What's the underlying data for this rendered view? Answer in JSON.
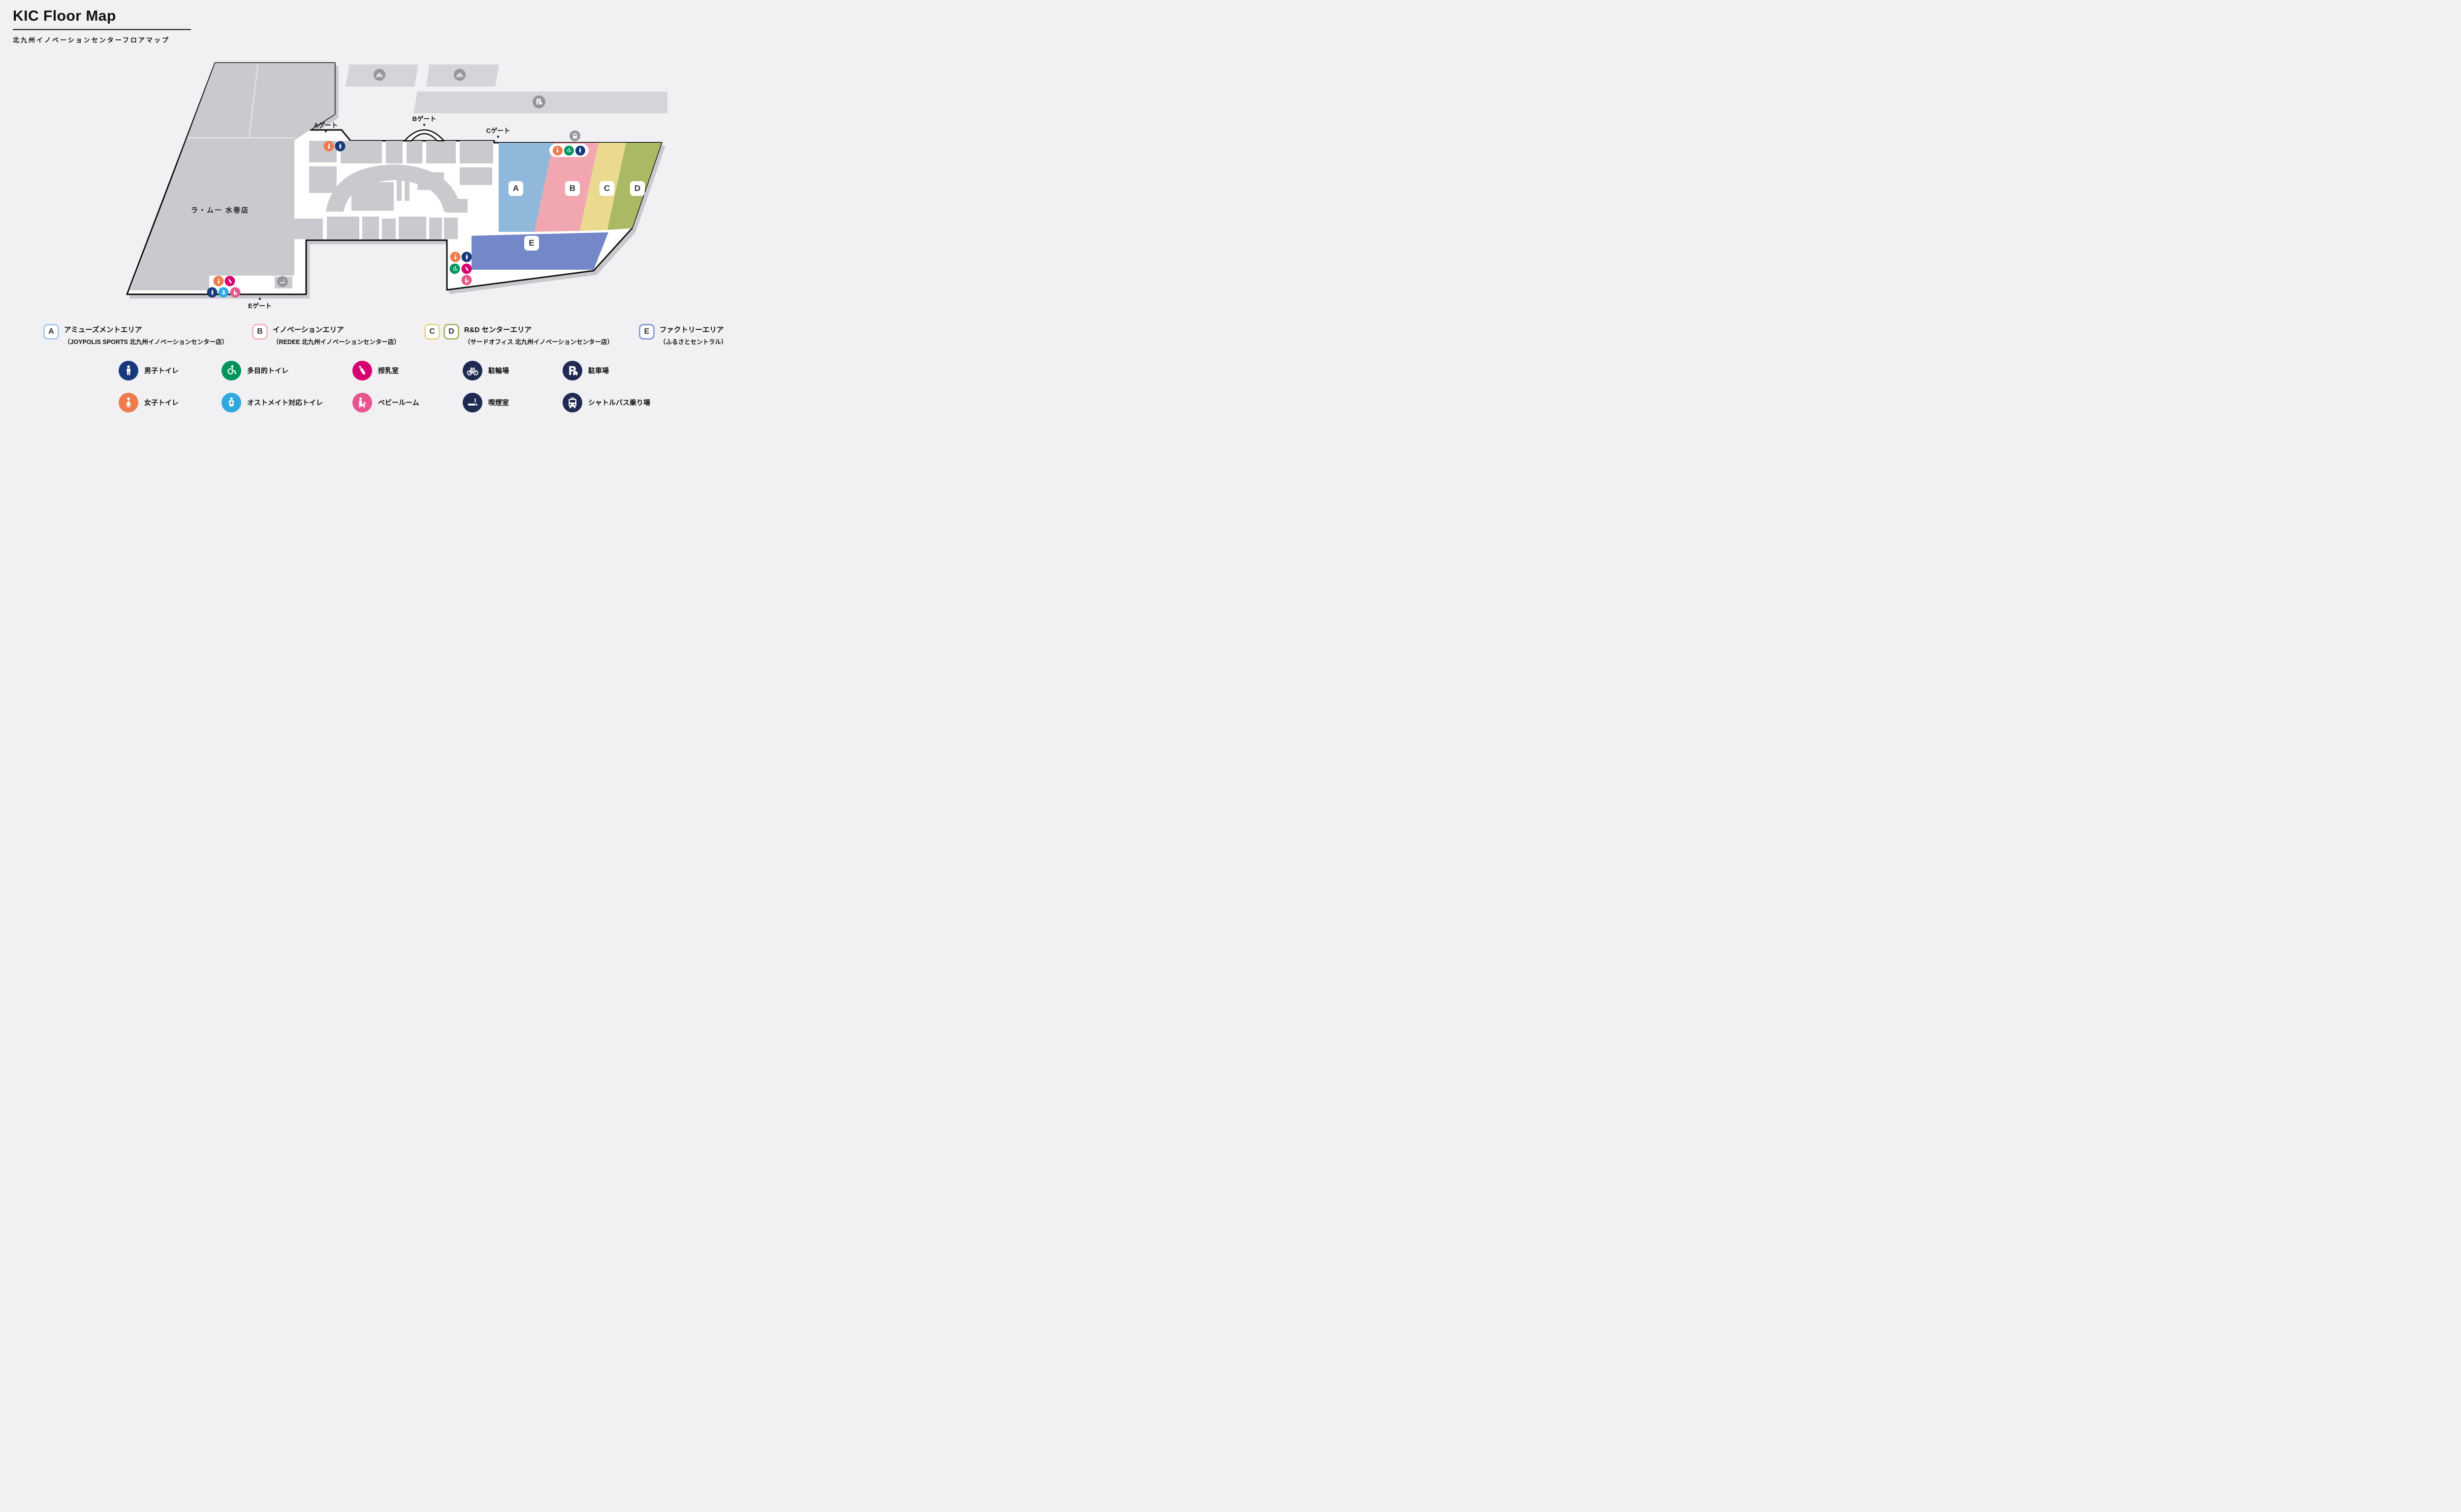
{
  "header": {
    "title": "KIC Floor Map",
    "subtitle": "北九州イノベーションセンターフロアマップ"
  },
  "map": {
    "building_label": "ラ・ムー 水巻店",
    "gates": {
      "a": "Aゲート",
      "b": "Bゲート",
      "c": "Cゲート",
      "e": "Eゲート"
    },
    "arrow_down": "▼",
    "arrow_up": "▲",
    "area_labels": {
      "a": "A",
      "b": "B",
      "c": "C",
      "d": "D",
      "e": "E"
    },
    "map_icons": {
      "gate_a_cluster": [
        "woman-toilet",
        "man-toilet"
      ],
      "north_east_cluster": [
        "woman-toilet",
        "accessible-toilet",
        "man-toilet",
        "shuttle-bus"
      ],
      "south_east_cluster": [
        "woman-toilet",
        "man-toilet",
        "accessible-toilet",
        "nursing-room",
        "baby-room"
      ],
      "south_west_cluster": [
        "woman-toilet",
        "nursing-room",
        "man-toilet",
        "ostomate-toilet",
        "baby-room",
        "smoking-room"
      ],
      "parking_strips": [
        "bicycle-parking",
        "bicycle-parking",
        "car-parking"
      ]
    }
  },
  "colors": {
    "background": "#f1f0f3",
    "floor": "#ffffff",
    "outline": "#111111",
    "building": "#cac9ce",
    "strip": "#d5d4d8",
    "area_a": "#8fb8da",
    "area_b": "#f2a6b0",
    "area_c": "#ead98e",
    "area_d": "#a9b964",
    "area_e": "#7487c8",
    "badge_a": "#a9cced",
    "badge_b": "#f5b8c0",
    "badge_c": "#e8d88e",
    "badge_d": "#aabb6e",
    "badge_e": "#8c9dd4",
    "man": "#17397c",
    "woman": "#ef7b4d",
    "accessible": "#00935c",
    "ostomate": "#2fa8e0",
    "nursing": "#d6006f",
    "baby": "#e8548f",
    "facility": "#1e2a52",
    "map_icon_gray": "#95959b"
  },
  "area_legend": [
    {
      "badges": [
        "A"
      ],
      "title": "アミューズメントエリア",
      "subtitle": "（JOYPOLIS SPORTS 北九州イノベーションセンター店）"
    },
    {
      "badges": [
        "B"
      ],
      "title": "イノベーションエリア",
      "subtitle": "（REDEE 北九州イノベーションセンター店）"
    },
    {
      "badges": [
        "C",
        "D"
      ],
      "title": "R&D センターエリア",
      "subtitle": "（サードオフィス 北九州イノベーションセンター店）"
    },
    {
      "badges": [
        "E"
      ],
      "title": "ファクトリーエリア",
      "subtitle": "（ふるさとセントラル）"
    }
  ],
  "icon_legend": [
    {
      "icon": "man-toilet",
      "label": "男子トイレ"
    },
    {
      "icon": "accessible-toilet",
      "label": "多目的トイレ"
    },
    {
      "icon": "nursing-room",
      "label": "授乳室"
    },
    {
      "icon": "bicycle-parking",
      "label": "駐輪場"
    },
    {
      "icon": "car-parking",
      "label": "駐車場"
    },
    {
      "icon": "woman-toilet",
      "label": "女子トイレ"
    },
    {
      "icon": "ostomate-toilet",
      "label": "オストメイト対応トイレ"
    },
    {
      "icon": "baby-room",
      "label": "ベビールーム"
    },
    {
      "icon": "smoking-room",
      "label": "喫煙室"
    },
    {
      "icon": "shuttle-bus",
      "label": "シャトルバス乗り場"
    }
  ]
}
